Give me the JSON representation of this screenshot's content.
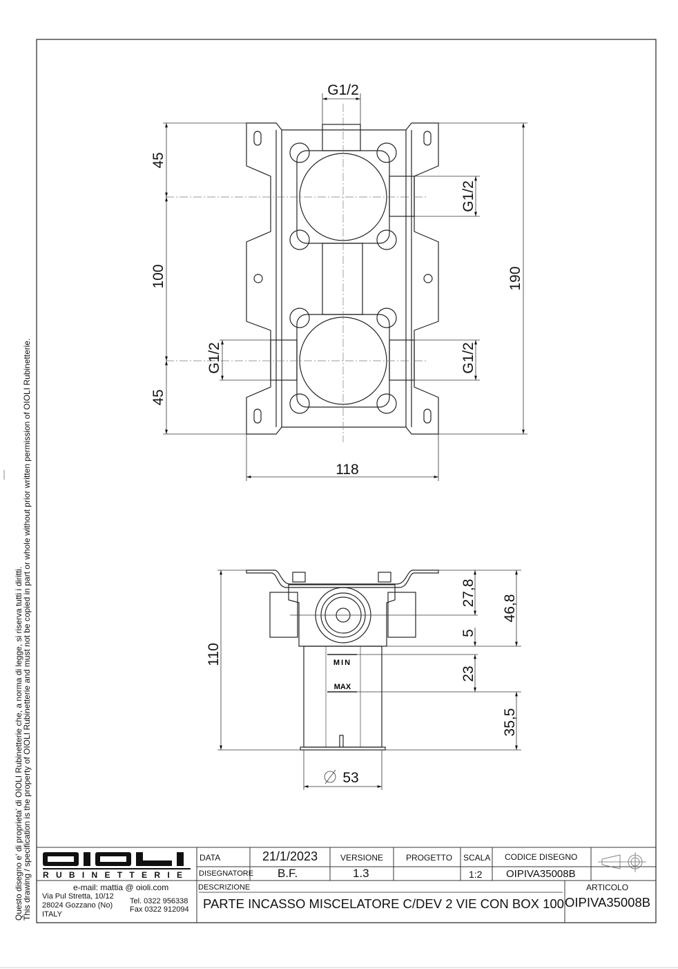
{
  "side_notice": {
    "line1": "Questo disegno e' di proprieta' di OIOLI Rubinetterie che, a norma di legge, si riserva tutti i diritti.",
    "line2": "This drawing / specification is the property of OIOLI Rubinetterie and must not be copied in part or whole without prior written permission of OIOLI Rubinetterie."
  },
  "front_view": {
    "top_thread": "G1/2",
    "right_upper_thread": "G1/2",
    "left_lower_thread": "G1/2",
    "right_lower_thread": "G1/2",
    "dim_top": "45",
    "dim_middle": "100",
    "dim_bottom": "45",
    "dim_height": "190",
    "dim_width": "118"
  },
  "side_view": {
    "dim_total": "110",
    "dim_27_8": "27,8",
    "dim_5": "5",
    "dim_46_8": "46,8",
    "dim_23": "23",
    "dim_35_5": "35,5",
    "dim_diameter": "53",
    "min_label": "MIN",
    "max_label": "MAX"
  },
  "title_block": {
    "logo": "OIOLI",
    "logo_sub": "RUBINETTERIE",
    "email": "e-mail:  mattia @ oioli.com",
    "address1": "Via Pul Stretta, 10/12",
    "address2": "28024 Gozzano (No)",
    "address3": "ITALY",
    "tel": "Tel. 0322 956338",
    "fax": "Fax 0322 912094",
    "data_label": "DATA",
    "data_value": "21/1/2023",
    "disegnatore_label": "DISEGNATORE",
    "disegnatore_value": "B.F.",
    "versione_label": "VERSIONE",
    "versione_value": "1.3",
    "progetto_label": "PROGETTO",
    "progetto_value": "",
    "scala_label": "SCALA",
    "scala_value": "1:2",
    "codice_label": "CODICE DISEGNO",
    "codice_value": "OIPIVA35008B",
    "descrizione_label": "DESCRIZIONE",
    "descrizione_value": "PARTE INCASSO MISCELATORE C/DEV 2 VIE CON BOX 100",
    "articolo_label": "ARTICOLO",
    "articolo_value": "OIPIVA35008B"
  }
}
